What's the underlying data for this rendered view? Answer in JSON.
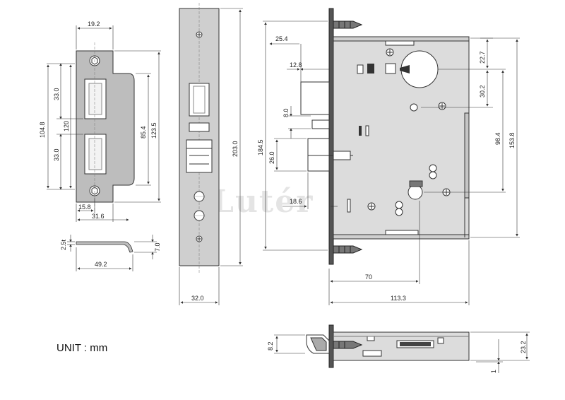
{
  "unit_label": "UNIT : mm",
  "watermark": "Lutér",
  "watermark_mark": "®",
  "strike_plate": {
    "width": "19.2",
    "height_outer": "104.8",
    "hole_upper": "33.0",
    "hole_gap": "120",
    "hole_lower": "33.0",
    "lip_height": "85.4",
    "total_height": "123.5",
    "offset_small": "15.8",
    "offset_large": "31.6"
  },
  "strike_profile": {
    "thickness": "2.5t",
    "lip_depth": "7.0",
    "length": "49.2"
  },
  "faceplate": {
    "height": "203.0",
    "width": "32.0"
  },
  "lock_body": {
    "backset_latch": "25.4",
    "latch_throw": "12.8",
    "overall_height": "184.5",
    "aux_height": "8.0",
    "bolt_height": "26.0",
    "bolt_offset": "18.6",
    "top_to_hub": "22.7",
    "hub_to_cyl": "30.2",
    "hub_to_bottom": "98.4",
    "total_case_height": "153.8",
    "backset": "70",
    "case_width": "113.3"
  },
  "side_view": {
    "latch_height": "8.2",
    "case_depth": "23.2",
    "plate_offset": "1"
  }
}
